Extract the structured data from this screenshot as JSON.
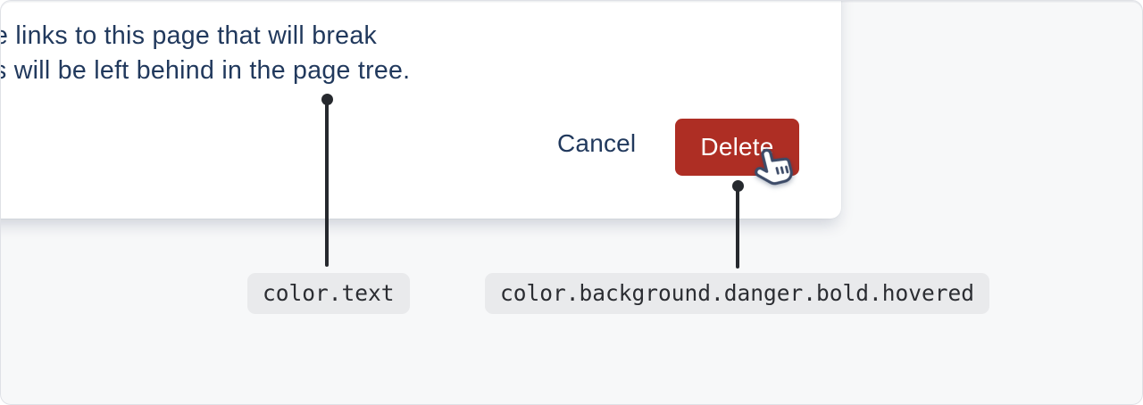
{
  "dialog": {
    "body_lines": [
      "e links to this page that will break",
      "s will be left behind in the page tree."
    ],
    "cancel_label": "Cancel",
    "delete_label": "Delete"
  },
  "annotations": {
    "tokens": [
      {
        "label": "color.text"
      },
      {
        "label": "color.background.danger.bold.hovered"
      }
    ]
  },
  "icons": {
    "cursor": "hand-pointer-cursor-icon"
  },
  "colors": {
    "page_background": "#F7F8F9",
    "modal_background": "#FFFFFF",
    "text": "#21395D",
    "danger_bold_hovered": "#AE2E24",
    "on_danger": "#FFFFFF",
    "chip_background": "#E9EAEC",
    "chip_text": "#2B2D32",
    "connector": "#26292E",
    "frame_border": "#DFE1E6",
    "cursor_outline": "#3D4B68"
  }
}
